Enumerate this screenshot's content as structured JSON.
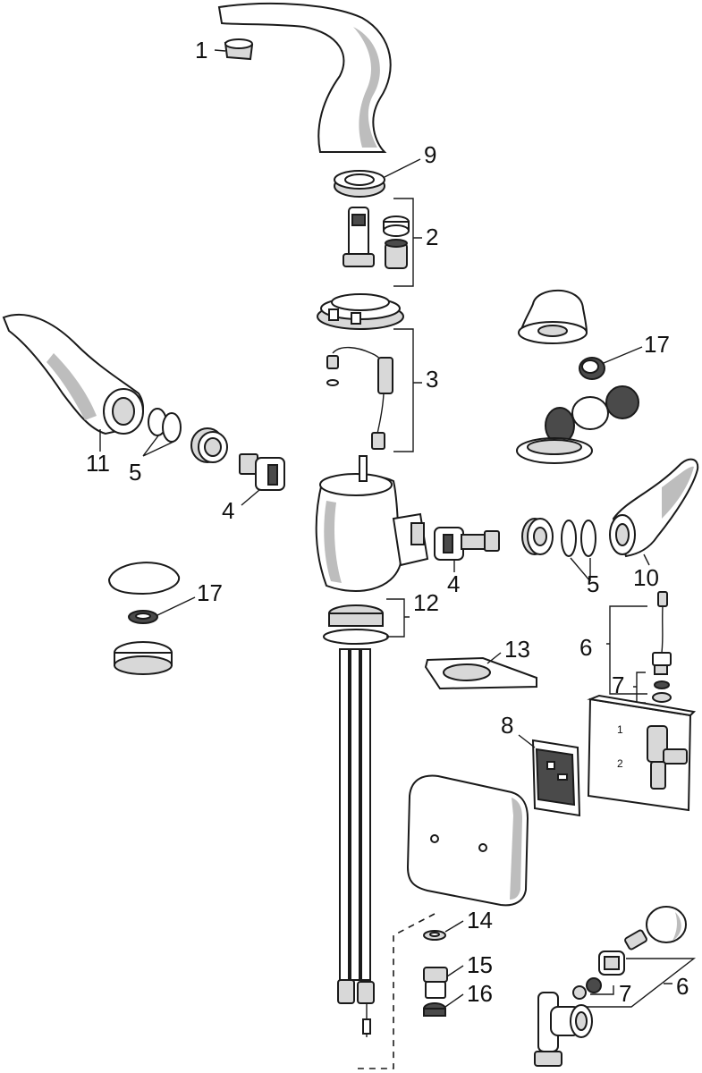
{
  "callouts": {
    "c1": "1",
    "c2": "2",
    "c3": "3",
    "c4a": "4",
    "c4b": "4",
    "c5a": "5",
    "c5b": "5",
    "c6a": "6",
    "c6b": "6",
    "c7a": "7",
    "c7b": "7",
    "c8": "8",
    "c9": "9",
    "c10": "10",
    "c11": "11",
    "c12": "12",
    "c13": "13",
    "c14": "14",
    "c15": "15",
    "c16": "16",
    "c17a": "17",
    "c17b": "17"
  },
  "control_plate": {
    "label_top": "1",
    "label_bottom": "2"
  },
  "colors": {
    "ink": "#1a1a1a",
    "part_fill": "#ffffff",
    "shade": "#bdbdbd",
    "dark": "#4a4a4a"
  }
}
